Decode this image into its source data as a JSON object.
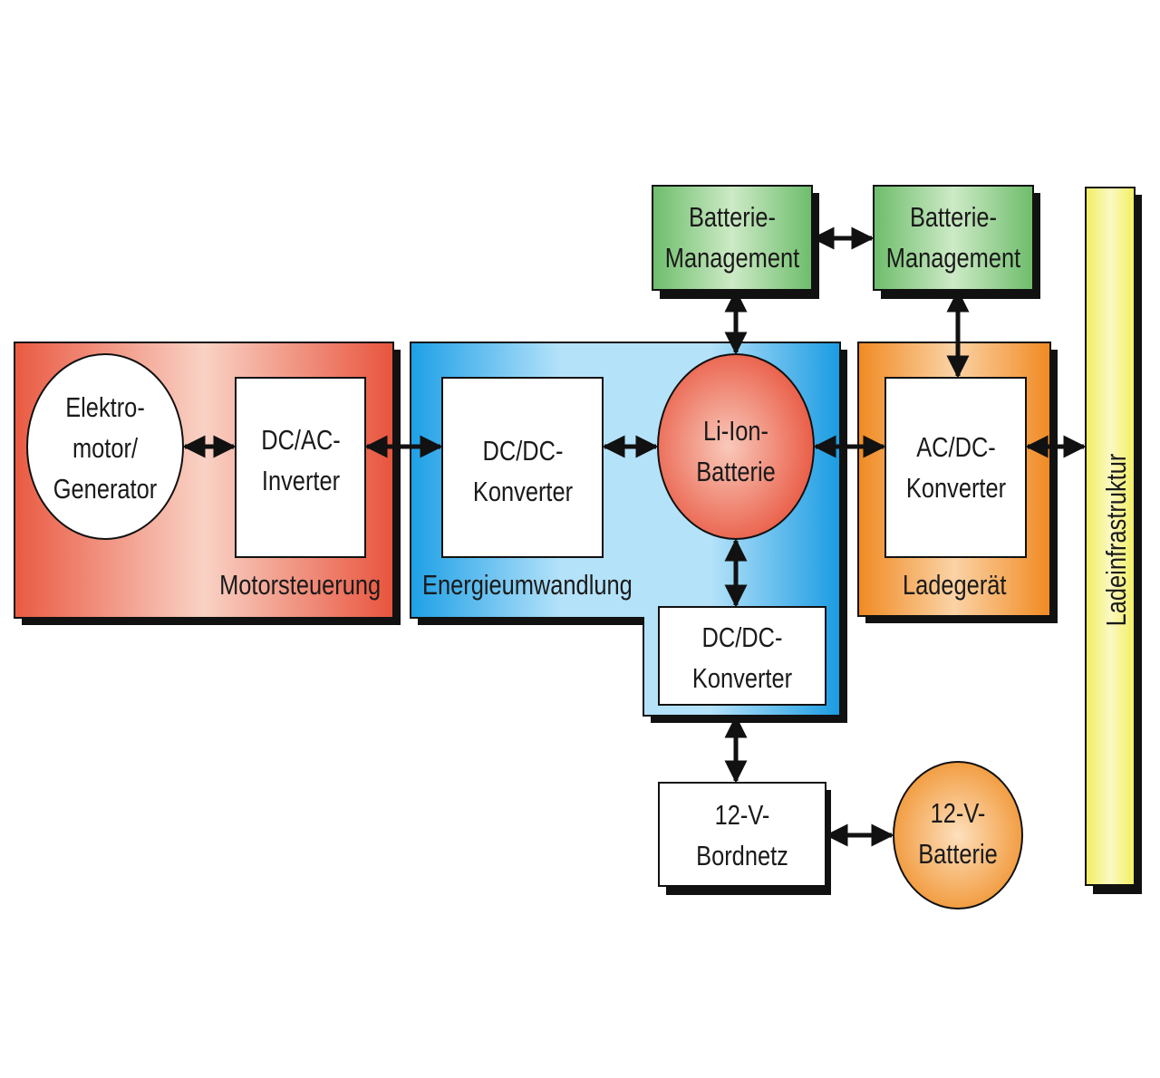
{
  "diagram": {
    "groups": {
      "motorsteuerung": "Motorsteuerung",
      "energieumwandlung": "Energieumwandlung",
      "ladegeraet": "Ladegerät",
      "ladeinfrastruktur": "Ladeinfrastruktur"
    },
    "nodes": {
      "elektromotor": [
        "Elektro-",
        "motor/",
        "Generator"
      ],
      "dc_ac_inverter": [
        "DC/AC-",
        "Inverter"
      ],
      "dc_dc_konverter_main": [
        "DC/DC-",
        "Konverter"
      ],
      "li_ion_batterie": [
        "Li-Ion-",
        "Batterie"
      ],
      "ac_dc_konverter": [
        "AC/DC-",
        "Konverter"
      ],
      "batterie_management_1": [
        "Batterie-",
        "Management"
      ],
      "batterie_management_2": [
        "Batterie-",
        "Management"
      ],
      "dc_dc_konverter_aux": [
        "DC/DC-",
        "Konverter"
      ],
      "bordnetz_12v": [
        "12-V-",
        "Bordnetz"
      ],
      "batterie_12v": [
        "12-V-",
        "Batterie"
      ]
    },
    "colors": {
      "motor_red": "#e8543d",
      "energy_blue": "#1da4e8",
      "charger_orange": "#f0902a",
      "bms_green": "#7cc77b",
      "infra_yellow": "#f5f276",
      "battery_red": "#ea6a55",
      "battery12_orange": "#f5a24e",
      "shadow": "#111111"
    }
  }
}
